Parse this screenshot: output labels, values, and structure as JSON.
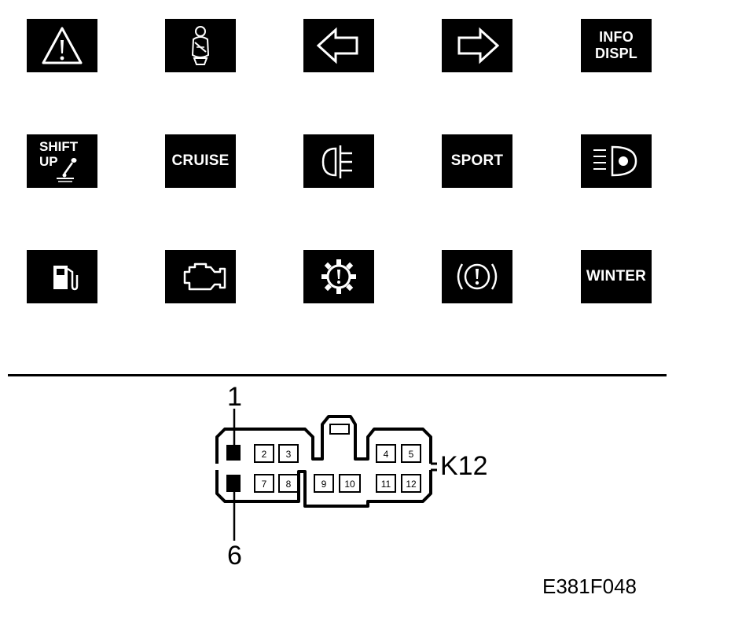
{
  "tiles": {
    "info_displ": [
      "INFO",
      "DISPL"
    ],
    "shift_up": [
      "SHIFT",
      "UP"
    ],
    "cruise": "CRUISE",
    "sport": "SPORT",
    "winter": "WINTER"
  },
  "connector": {
    "name": "K12",
    "callout_top": "1",
    "callout_bottom": "6",
    "pins": [
      "2",
      "3",
      "4",
      "5",
      "7",
      "8",
      "9",
      "10",
      "11",
      "12"
    ]
  },
  "figure_code": "E381F048",
  "colors": {
    "tile": "#000000",
    "icon": "#ffffff",
    "line": "#000000"
  }
}
